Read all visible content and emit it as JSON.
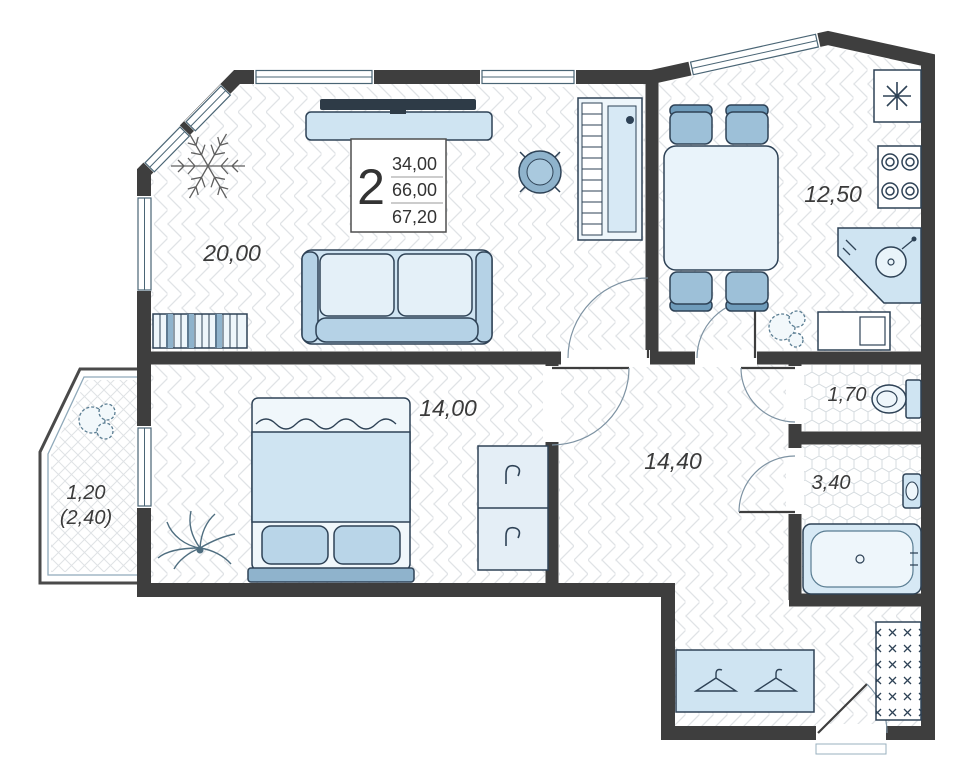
{
  "summary_card": {
    "rooms_count": "2",
    "living_area": "34,00",
    "apartment_area": "66,00",
    "total_area": "67,20"
  },
  "rooms": {
    "living_room": {
      "area": "20,00"
    },
    "kitchen": {
      "area": "12,50"
    },
    "bedroom": {
      "area": "14,00"
    },
    "hallway": {
      "area": "14,40"
    },
    "wc": {
      "area": "1,70"
    },
    "bathroom": {
      "area": "3,40"
    },
    "balcony": {
      "area": "1,20",
      "area_secondary": "(2,40)"
    }
  },
  "colors": {
    "wall": "#3e3e3e",
    "furniture_fill": "#cfe4f2",
    "furniture_stroke": "#2e4256",
    "accent_fill": "#a9c9de"
  }
}
